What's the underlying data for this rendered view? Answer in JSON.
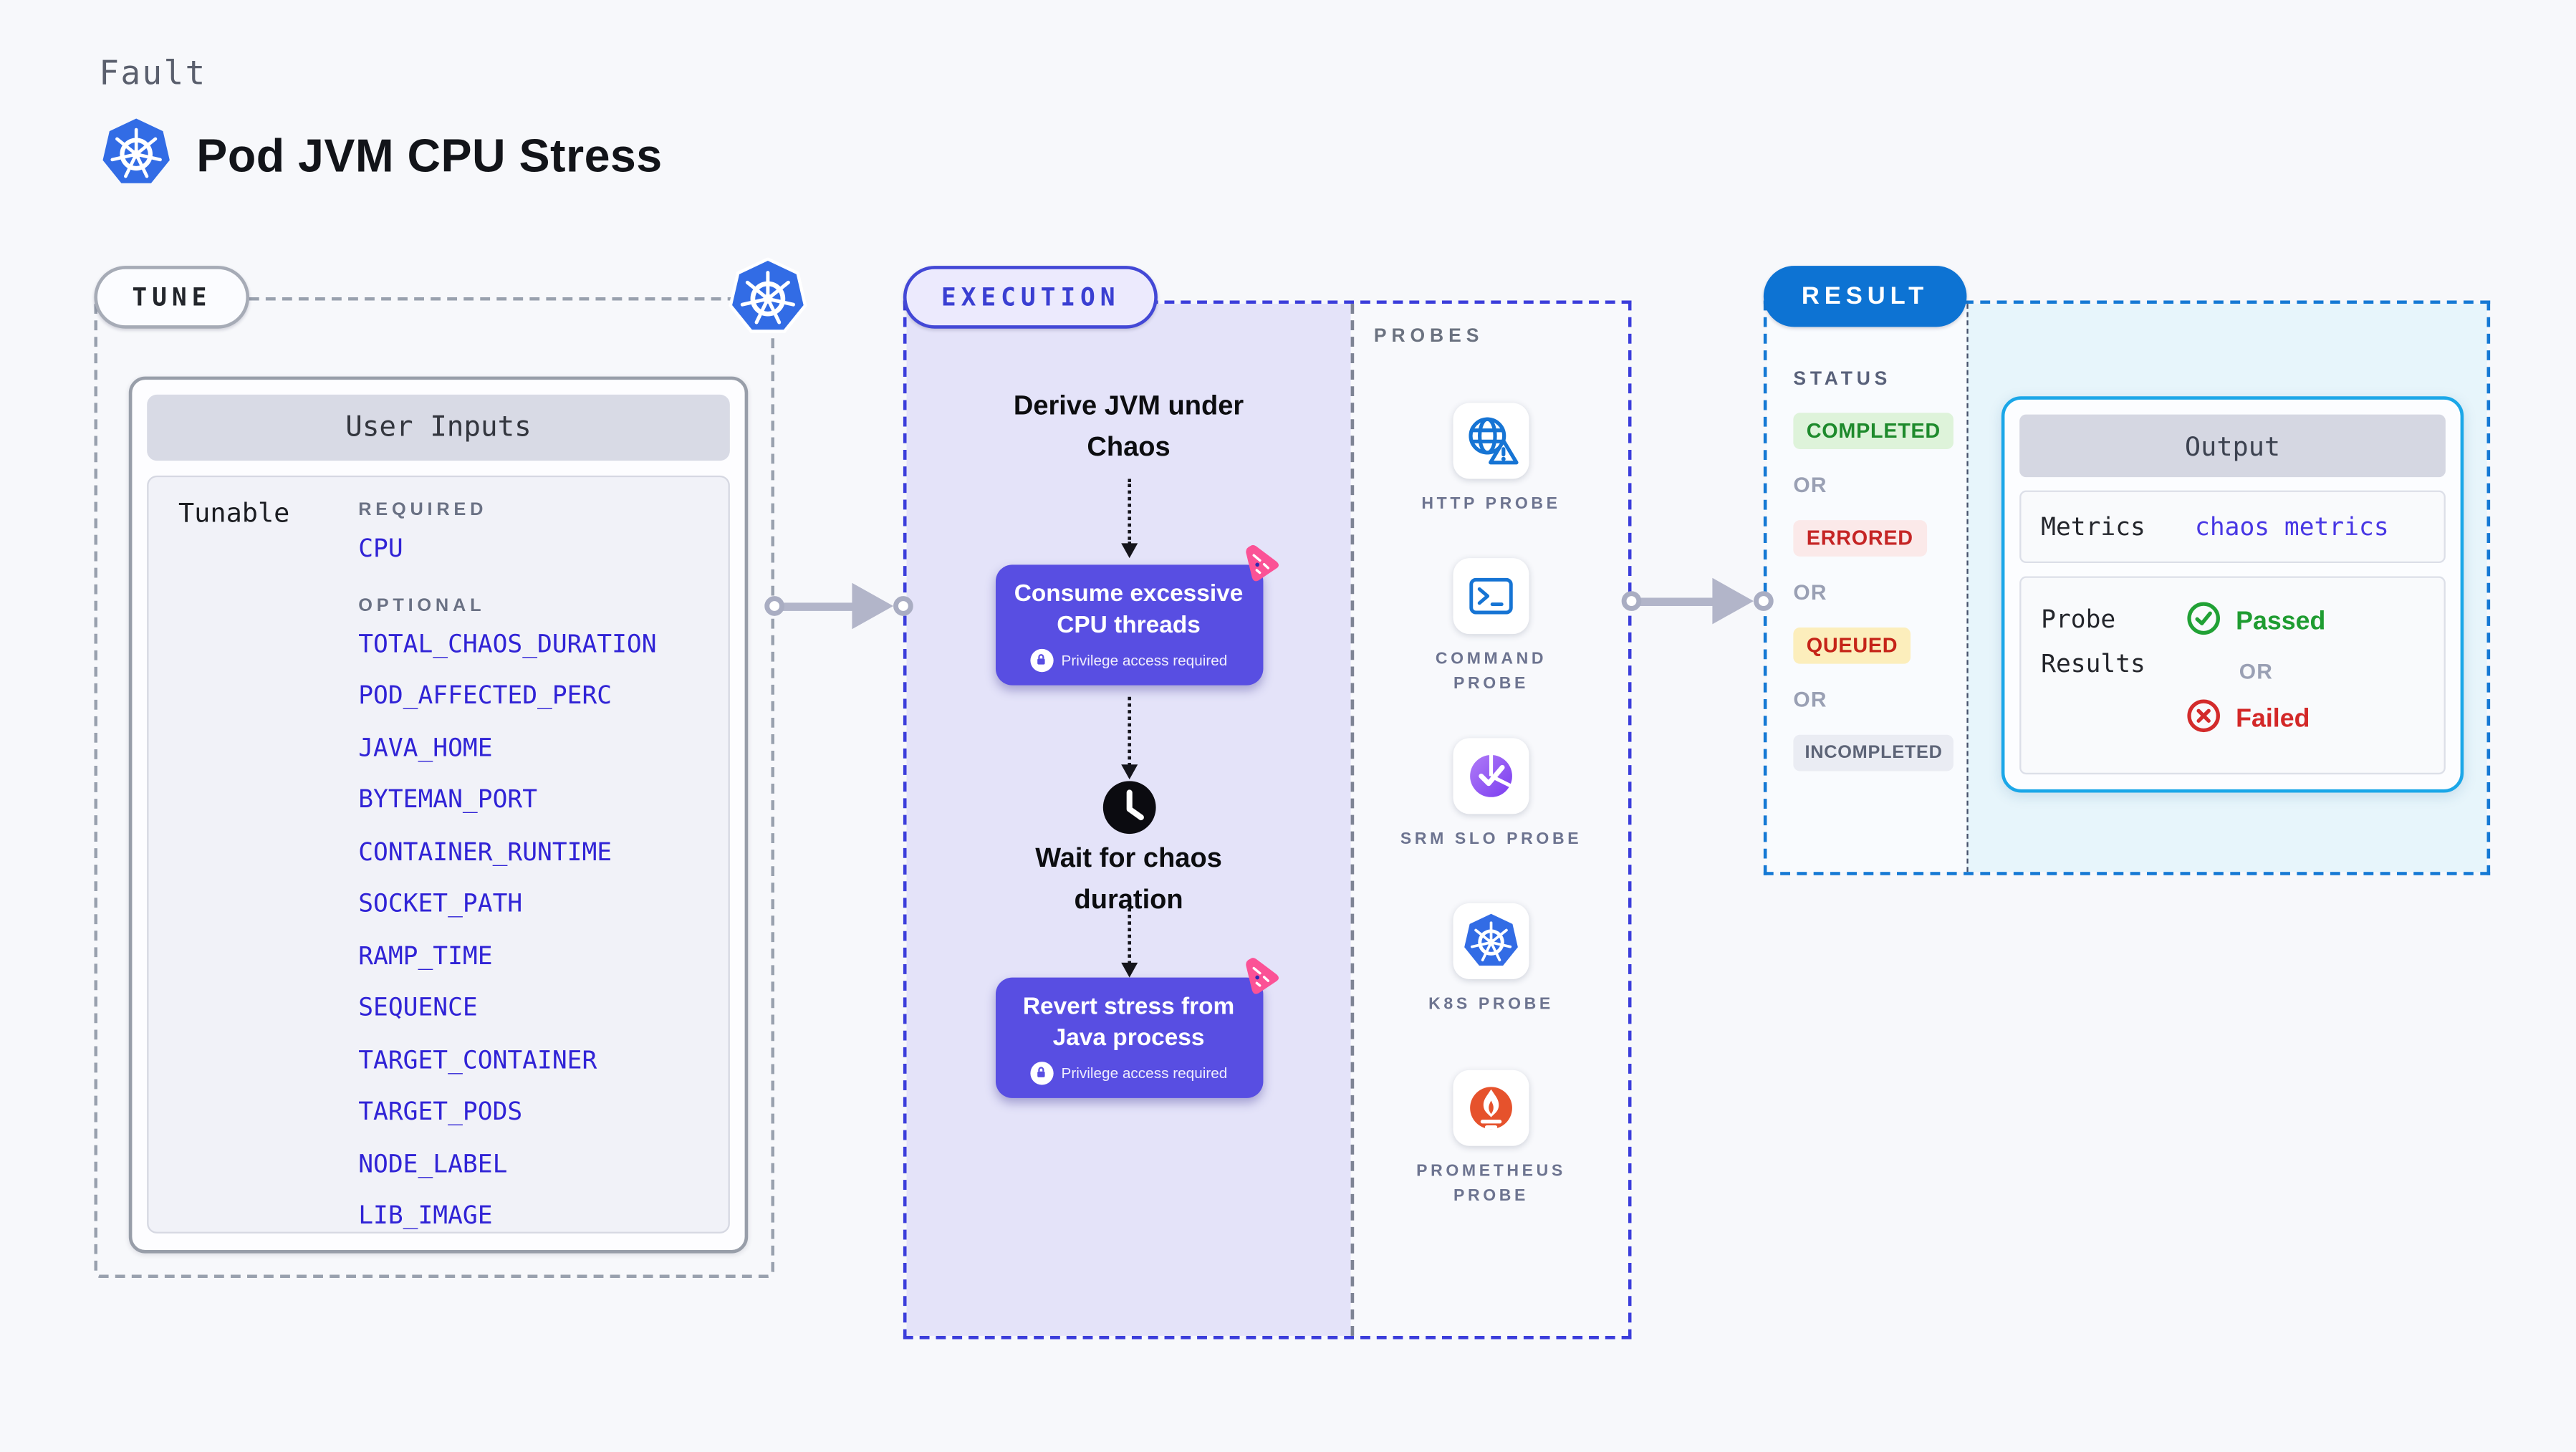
{
  "header": {
    "kicker": "Fault",
    "title": "Pod JVM CPU Stress"
  },
  "tune": {
    "badge": "TUNE",
    "card_title": "User Inputs",
    "row_label": "Tunable",
    "required_heading": "REQUIRED",
    "required_items": [
      "CPU"
    ],
    "optional_heading": "OPTIONAL",
    "optional_items": [
      "TOTAL_CHAOS_DURATION",
      "POD_AFFECTED_PERC",
      "JAVA_HOME",
      "BYTEMAN_PORT",
      "CONTAINER_RUNTIME",
      "SOCKET_PATH",
      "RAMP_TIME",
      "SEQUENCE",
      "TARGET_CONTAINER",
      "TARGET_PODS",
      "NODE_LABEL",
      "LIB_IMAGE"
    ]
  },
  "execution": {
    "badge": "EXECUTION",
    "derive_label": "Derive JVM under Chaos",
    "action1_label": "Consume excessive CPU threads",
    "wait_label": "Wait for chaos duration",
    "action2_label": "Revert stress from Java process",
    "privilege_note": "Privilege access required"
  },
  "probes": {
    "heading": "PROBES",
    "items": [
      "HTTP PROBE",
      "COMMAND PROBE",
      "SRM SLO PROBE",
      "K8S PROBE",
      "PROMETHEUS PROBE"
    ]
  },
  "result": {
    "badge": "RESULT",
    "status_heading": "STATUS",
    "or_label": "OR",
    "statuses": [
      "COMPLETED",
      "ERRORED",
      "QUEUED",
      "INCOMPLETED"
    ],
    "output": {
      "title": "Output",
      "metrics_label": "Metrics",
      "metrics_value": "chaos metrics",
      "probe_results_label": "Probe Results",
      "or_label": "OR",
      "passed_label": "Passed",
      "failed_label": "Failed"
    }
  },
  "colors": {
    "page_bg": "#f7f8fb",
    "tune_dash": "#99a1ae",
    "execution_dash": "#3b3ddb",
    "result_dash": "#1579d4",
    "execution_fill": "#e4e3f9",
    "action_box": "#584ee2",
    "chaos_pink": "#fb5296",
    "kubernetes_blue": "#326ce5",
    "probe_icon_blue": "#1674d4",
    "result_badge_blue": "#0d73d3",
    "output_border_cyan": "#1ba7e8",
    "status_completed": "#1e8a2c",
    "status_errored": "#c52525",
    "status_queued": "#c52418",
    "status_incompleted": "#5d6477",
    "passed_green": "#1f9c31",
    "failed_red": "#d32727"
  }
}
